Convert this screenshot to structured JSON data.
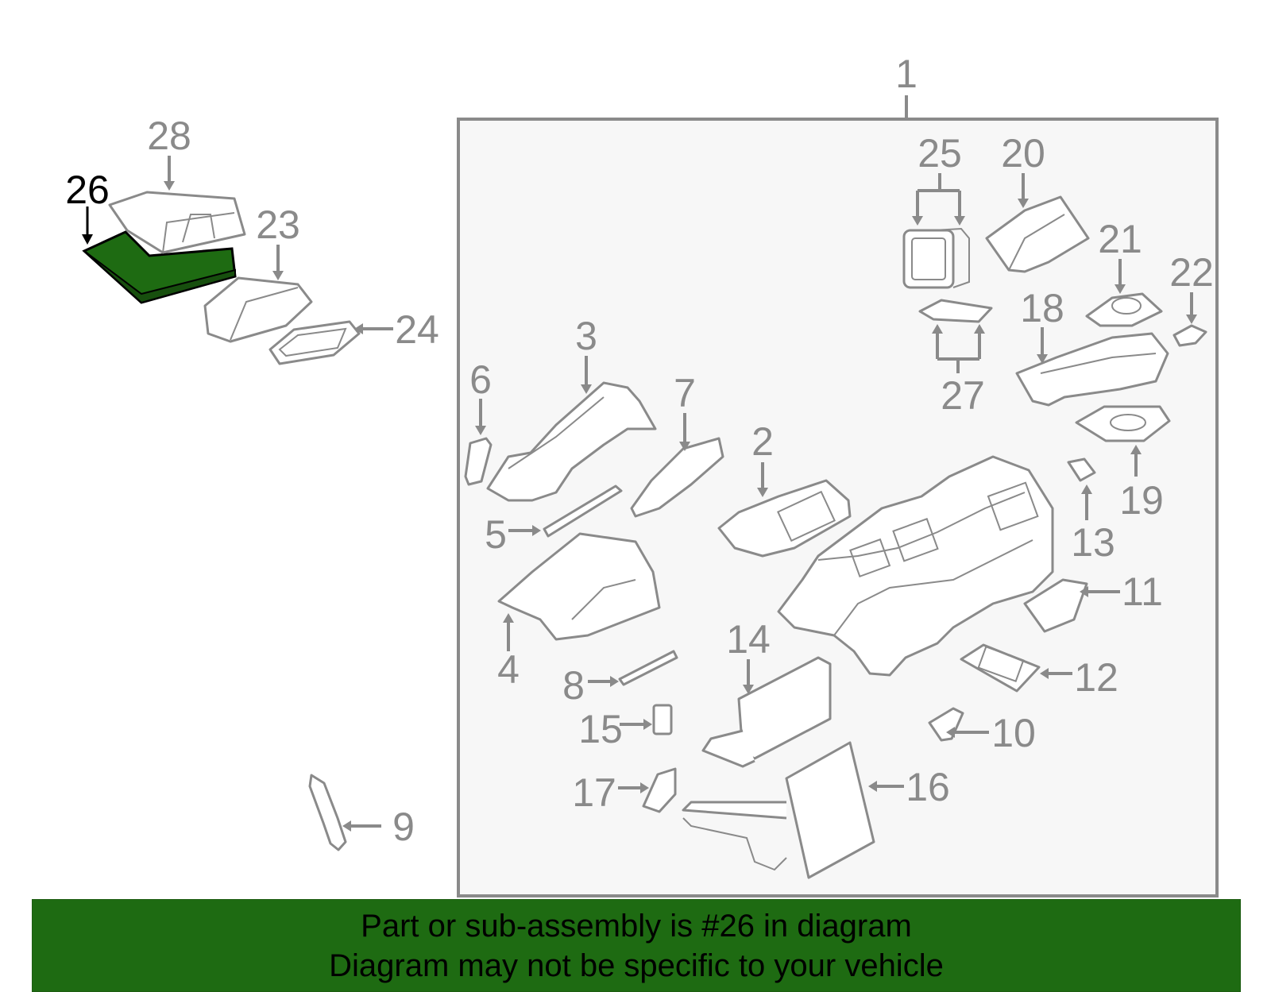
{
  "diagram": {
    "frame_label": "1",
    "part_numbers": [
      "2",
      "3",
      "4",
      "5",
      "6",
      "7",
      "8",
      "9",
      "10",
      "11",
      "12",
      "13",
      "14",
      "15",
      "16",
      "17",
      "18",
      "19",
      "20",
      "21",
      "22",
      "23",
      "24",
      "25",
      "26",
      "27",
      "28"
    ],
    "highlighted_part": "26",
    "colors": {
      "highlight": "#1e6b12",
      "outline": "#8a8a8a",
      "frame_bg": "#f7f7f7",
      "banner_bg": "#1e6b12"
    }
  },
  "banner": {
    "line1": "Part or sub-assembly is #26 in diagram",
    "line2": "Diagram may not be specific to your vehicle"
  }
}
